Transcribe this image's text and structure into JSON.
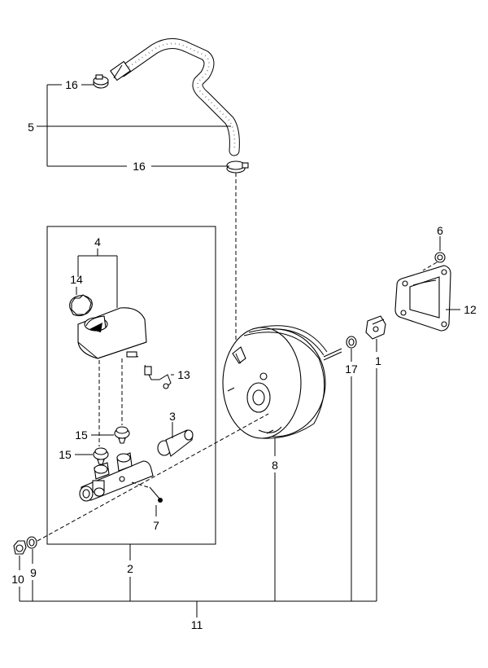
{
  "labels": {
    "p1": "1",
    "p2": "2",
    "p3": "3",
    "p4": "4",
    "p5": "5",
    "p6": "6",
    "p7": "7",
    "p8": "8",
    "p9": "9",
    "p10": "10",
    "p11": "11",
    "p12": "12",
    "p13": "13",
    "p14": "14",
    "p15a": "15",
    "p15b": "15",
    "p16a": "16",
    "p16b": "16",
    "p17": "17"
  }
}
